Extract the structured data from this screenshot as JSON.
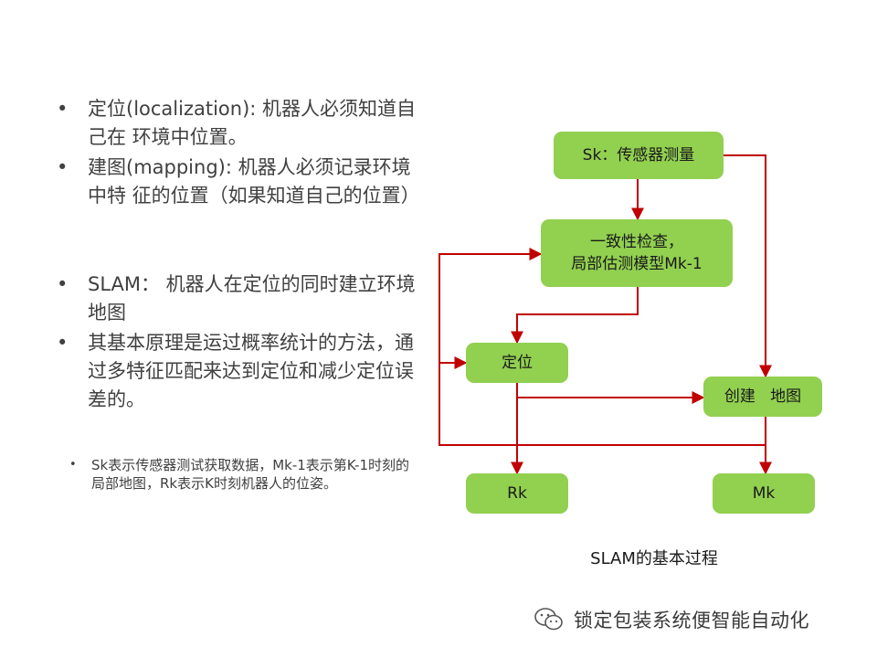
{
  "bullets": [
    {
      "marker": "•",
      "text": "定位(localization): 机器人必须知道自己在 环境中位置。"
    },
    {
      "marker": "•",
      "text": "建图(mapping): 机器人必须记录环境中特 征的位置（如果知道自己的位置）"
    },
    {
      "marker": "•",
      "text": "SLAM：  机器人在定位的同时建立环境地图"
    },
    {
      "marker": "•",
      "text": "其基本原理是运过概率统计的方法，通过多特征匹配来达到定位和减少定位误差的。"
    }
  ],
  "note": {
    "marker": "•",
    "text": "Sk表示传感器测试获取数据，Mk-1表示第K-1时刻的局部地图，Rk表示K时刻机器人的位姿。"
  },
  "diagram": {
    "nodes": {
      "sensor": "Sk：传感器测量",
      "consistency_line1": "一致性检查，",
      "consistency_line2": "局部估测模型Mk-1",
      "localize": "定位",
      "mapping": "创建   地图",
      "rk": "Rk",
      "mk": "Mk"
    },
    "caption": "SLAM的基本过程",
    "colors": {
      "box": "#92d050",
      "arrow": "#c00000"
    }
  },
  "watermark": {
    "text": "锁定包装系统便智能自动化",
    "icon": "wechat-icon"
  }
}
